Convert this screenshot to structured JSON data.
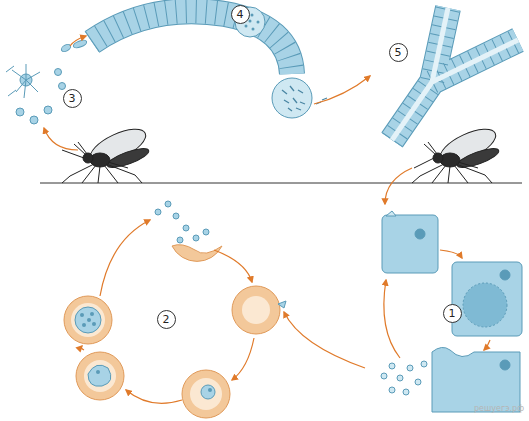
{
  "diagram": {
    "nodes": [
      {
        "text": [
          "4"
        ]
      },
      {
        "text": [
          "5"
        ]
      },
      {
        "text": [
          "3"
        ]
      },
      {
        "text": [
          "1"
        ]
      },
      {
        "text": [
          "2"
        ]
      }
    ],
    "labels": [
      "решуегэ.рф"
    ]
  }
}
